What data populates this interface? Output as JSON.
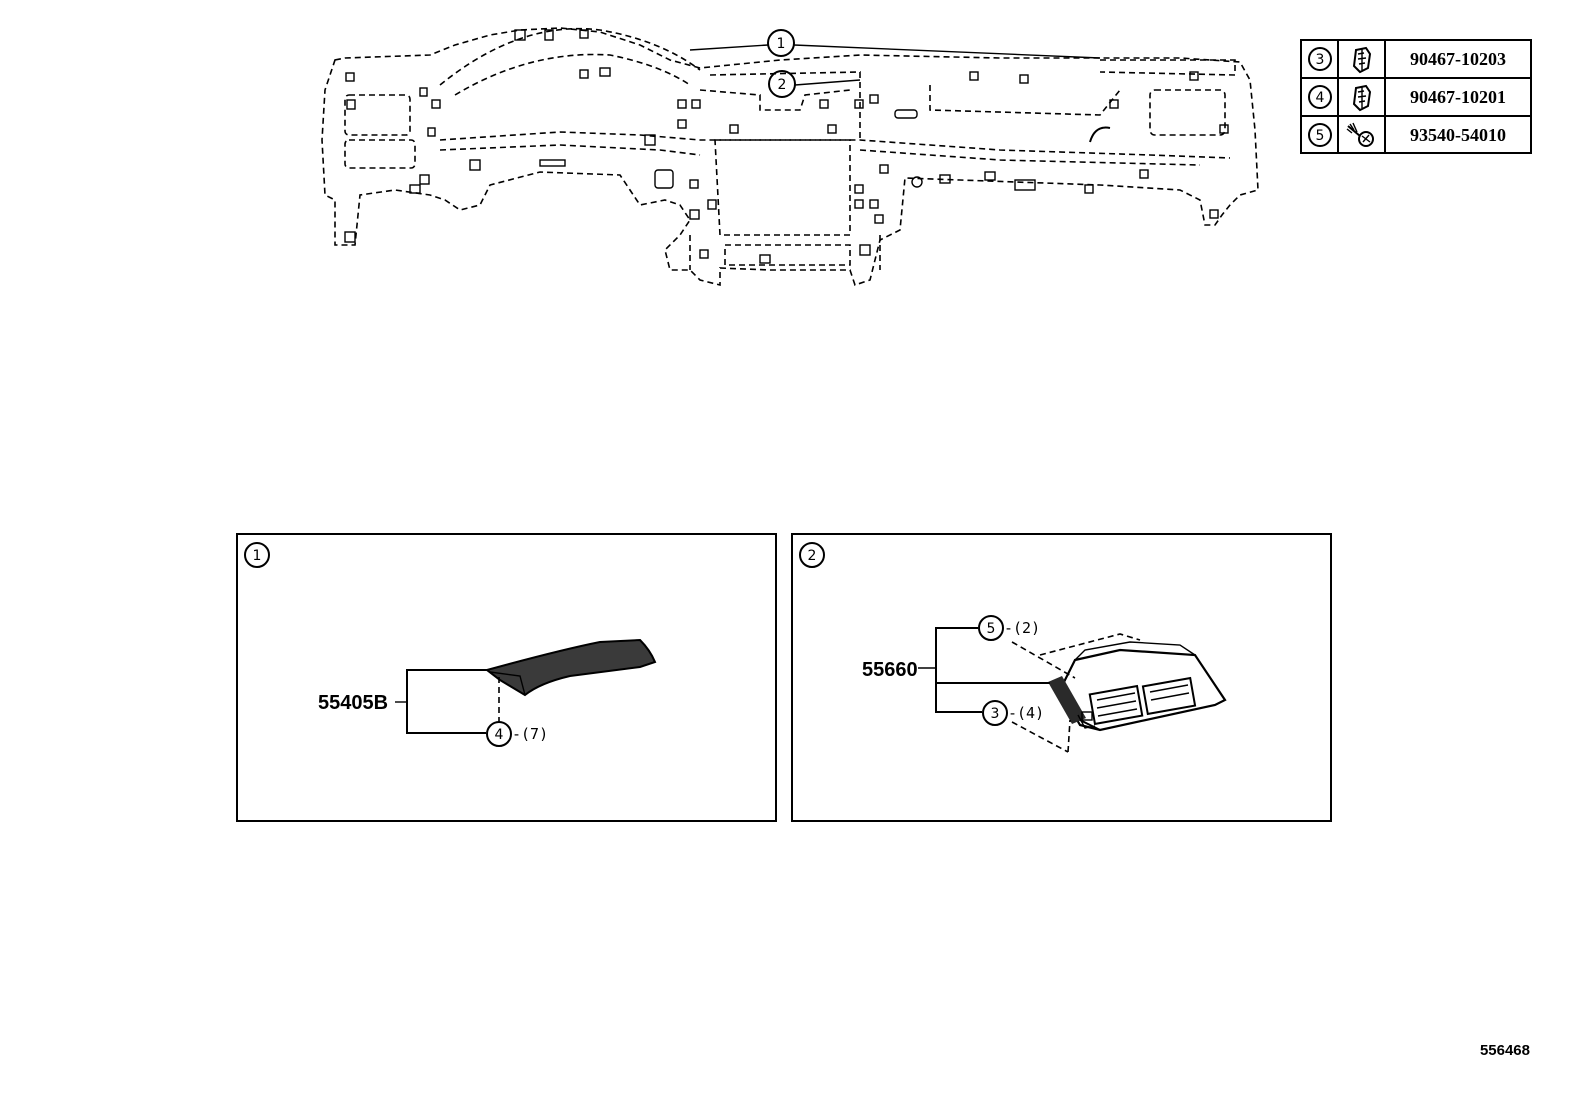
{
  "callouts": {
    "c1": "1",
    "c2": "2"
  },
  "fastener_table": [
    {
      "ref": "3",
      "icon": "clip-icon",
      "part_no": "90467-10203"
    },
    {
      "ref": "4",
      "icon": "clip-icon",
      "part_no": "90467-10201"
    },
    {
      "ref": "5",
      "icon": "screw-icon",
      "part_no": "93540-54010"
    }
  ],
  "detail_1": {
    "ref": "1",
    "part_no": "55405B",
    "fastener_ref": "4",
    "fastener_qty": "-(7)"
  },
  "detail_2": {
    "ref": "2",
    "part_no": "55660",
    "fastener_top_ref": "5",
    "fastener_top_qty": "-(2)",
    "fastener_bottom_ref": "3",
    "fastener_bottom_qty": "-(4)"
  },
  "figure_id": "556468"
}
